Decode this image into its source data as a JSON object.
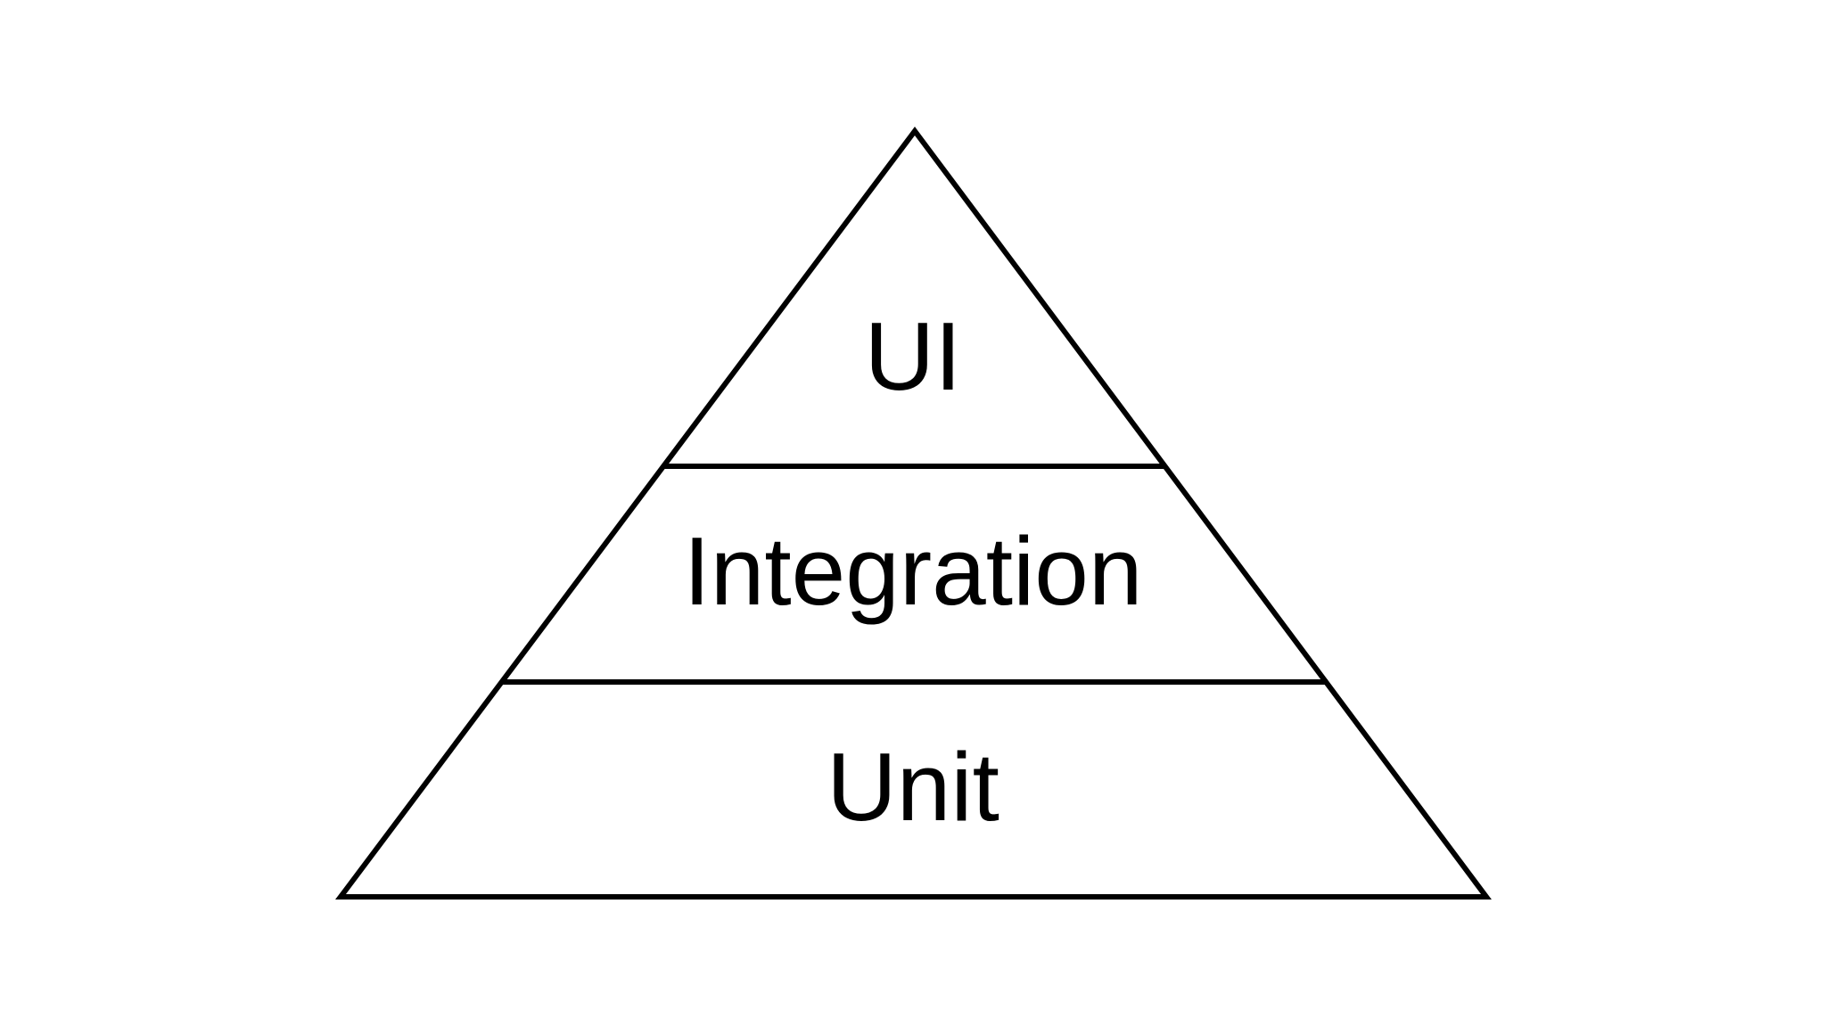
{
  "diagram": {
    "type": "pyramid",
    "levels": [
      {
        "label": "UI",
        "position": "top"
      },
      {
        "label": "Integration",
        "position": "middle"
      },
      {
        "label": "Unit",
        "position": "bottom"
      }
    ],
    "colors": {
      "background": "#ffffff",
      "stroke": "#000000",
      "text": "#000000"
    }
  }
}
